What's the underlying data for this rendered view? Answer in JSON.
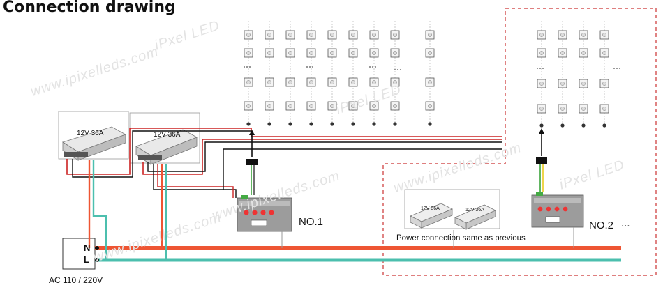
{
  "title": "Connection drawing",
  "watermarks": [
    "www.ipixelleds.com",
    "iPxel LED"
  ],
  "power_supplies": [
    {
      "label": "12V 36A"
    },
    {
      "label": "12V 36A"
    }
  ],
  "remote_power_supplies": [
    {
      "label": "12V 36A"
    },
    {
      "label": "12V 36A"
    }
  ],
  "controllers": [
    {
      "label": "NO.1"
    },
    {
      "label": "NO.2"
    }
  ],
  "ellipsis": "...",
  "mains": {
    "n_label": "N",
    "l_label": "L",
    "voltage_label": "AC 110 / 220V"
  },
  "note": "Power connection same as previous",
  "colors": {
    "live": "#ee5533",
    "neutral": "#4cbfae",
    "power_pos": "#cc2222",
    "data": "#111111",
    "dashed_frame": "#cc3333"
  }
}
